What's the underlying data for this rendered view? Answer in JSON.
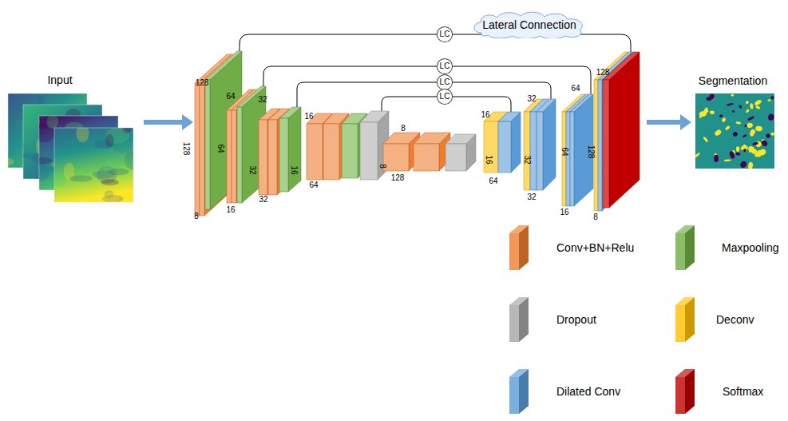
{
  "diagram": {
    "nodes": [
      {
        "text": [
          "Lateral Connection"
        ]
      },
      {
        "text": [
          "LC"
        ]
      },
      {
        "text": [
          "LC"
        ]
      },
      {
        "text": [
          "LC"
        ]
      },
      {
        "text": [
          "LC"
        ]
      }
    ],
    "labels": [
      "Input",
      "Segmentation",
      "128",
      "128",
      "8",
      "64",
      "64",
      "16",
      "32",
      "32",
      "32",
      "16",
      "16",
      "64",
      "8",
      "8",
      "128",
      "16",
      "16",
      "64",
      "32",
      "32",
      "32",
      "64",
      "64",
      "16",
      "128",
      "128",
      "8"
    ],
    "legend": [
      {
        "text": "Conv+BN+Relu",
        "color": "#ED7D31"
      },
      {
        "text": "Maxpooling",
        "color": "#70AD47"
      },
      {
        "text": "Dropout",
        "color": "#A5A5A5"
      },
      {
        "text": "Deconv",
        "color": "#FFC000"
      },
      {
        "text": "Dilated Conv",
        "color": "#5B9BD5"
      },
      {
        "text": "Softmax",
        "color": "#C00000"
      }
    ]
  }
}
